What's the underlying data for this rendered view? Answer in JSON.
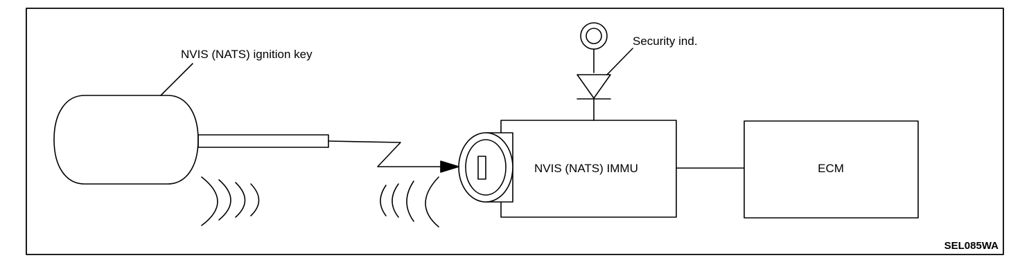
{
  "diagram": {
    "labels": {
      "ignition_key": "NVIS (NATS) ignition key",
      "security_indicator": "Security ind.",
      "immu": "NVIS (NATS) IMMU",
      "ecm": "ECM",
      "figure_code": "SEL085WA"
    },
    "colors": {
      "line": "#000000",
      "background": "#ffffff"
    }
  }
}
